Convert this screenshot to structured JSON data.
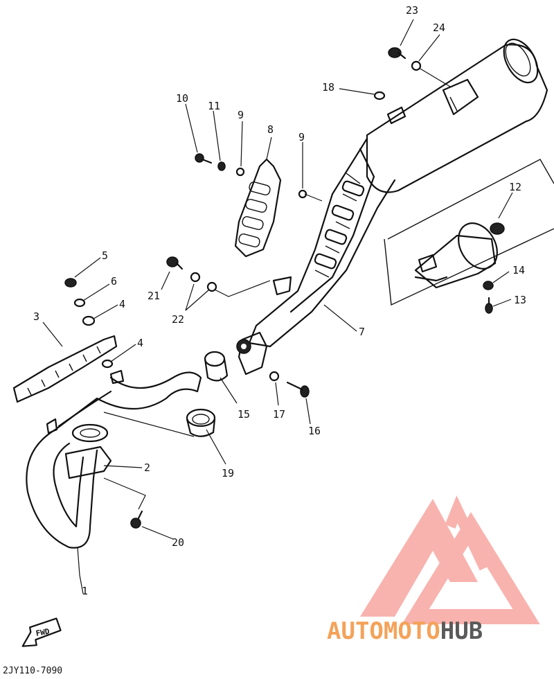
{
  "diagram": {
    "callouts": [
      "1",
      "2",
      "3",
      "4",
      "4",
      "5",
      "6",
      "7",
      "8",
      "9",
      "9",
      "10",
      "11",
      "12",
      "13",
      "14",
      "15",
      "16",
      "17",
      "18",
      "19",
      "20",
      "21",
      "22",
      "23",
      "24"
    ],
    "footer_code": "2JY110-7090",
    "fwd_label": "FWD"
  },
  "watermark": {
    "brand_part1": "AUTOMOTO",
    "brand_part2": "HUB",
    "colors": {
      "auto": "#f4a259",
      "hub": "#5a5a5a",
      "logo": "#f28b82"
    }
  }
}
